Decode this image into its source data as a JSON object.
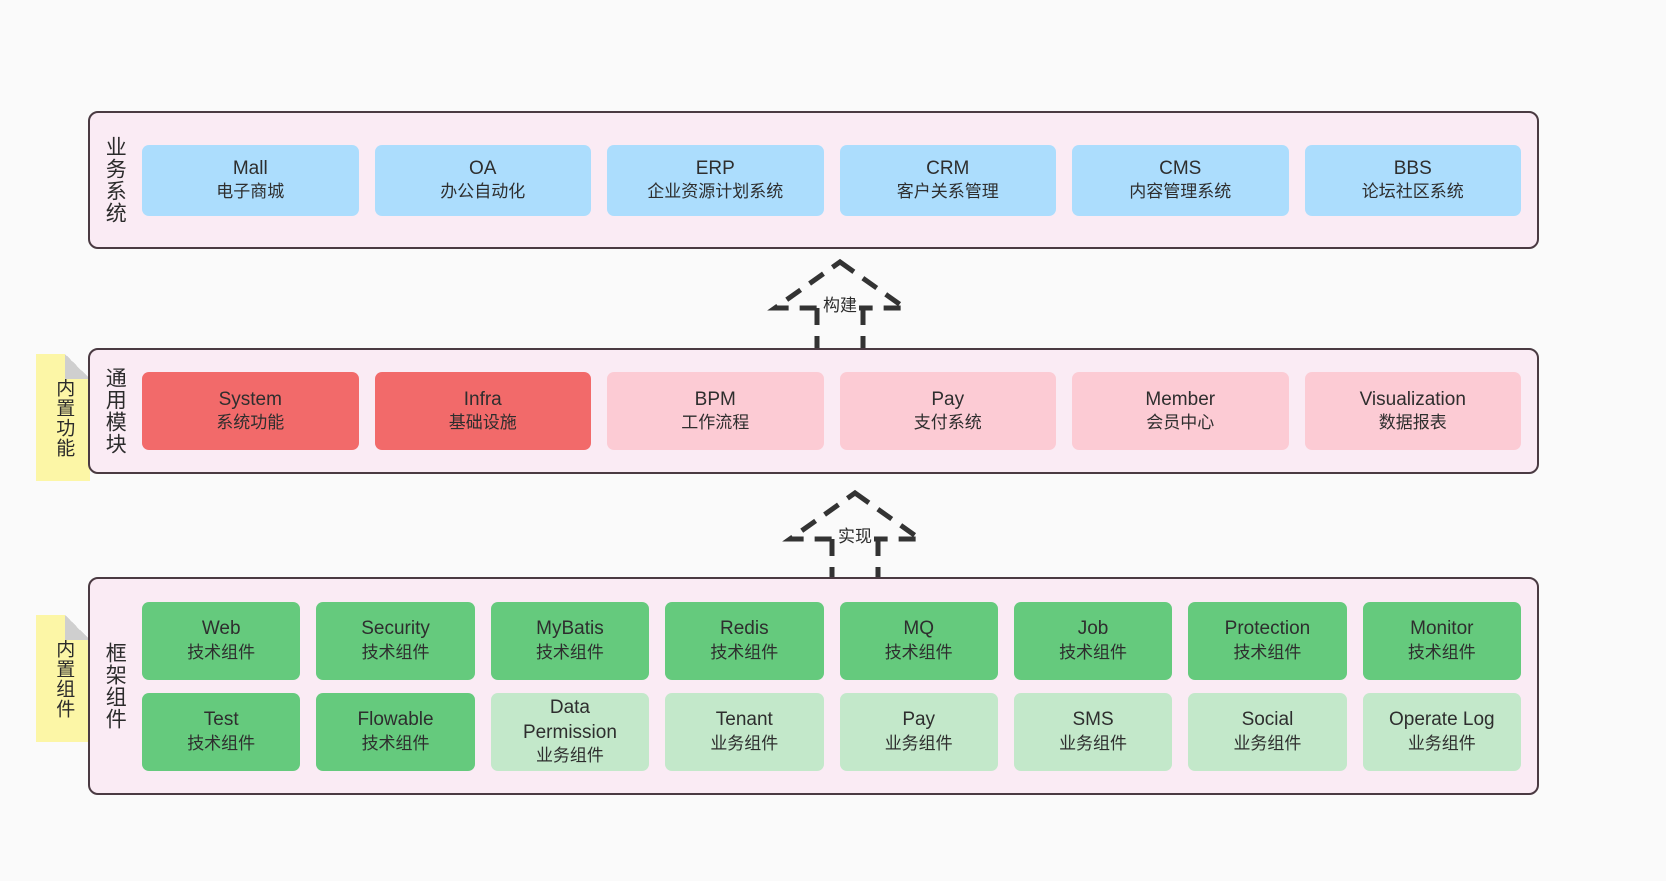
{
  "diagram": {
    "background_color": "#fafafa",
    "container_color": "#faebf4",
    "border_color": "#4a3a42"
  },
  "layers": [
    {
      "id": "business",
      "title": "业务系统",
      "accent": "#ACDDFD",
      "rows": [
        {
          "cards": [
            {
              "name": "Mall",
              "sub": "电子商城",
              "color": "#ACDDFD",
              "variant": "c-blue"
            },
            {
              "name": "OA",
              "sub": "办公自动化",
              "color": "#ACDDFD",
              "variant": "c-blue"
            },
            {
              "name": "ERP",
              "sub": "企业资源计划系统",
              "color": "#ACDDFD",
              "variant": "c-blue"
            },
            {
              "name": "CRM",
              "sub": "客户关系管理",
              "color": "#ACDDFD",
              "variant": "c-blue"
            },
            {
              "name": "CMS",
              "sub": "内容管理系统",
              "color": "#ACDDFD",
              "variant": "c-blue"
            },
            {
              "name": "BBS",
              "sub": "论坛社区系统",
              "color": "#ACDDFD",
              "variant": "c-blue"
            }
          ]
        }
      ]
    },
    {
      "id": "common",
      "title": "通用模块",
      "accent": "#F26A6A",
      "note": "内置功能",
      "rows": [
        {
          "cards": [
            {
              "name": "System",
              "sub": "系统功能",
              "color": "#F26A6A",
              "variant": "c-red"
            },
            {
              "name": "Infra",
              "sub": "基础设施",
              "color": "#F26A6A",
              "variant": "c-red"
            },
            {
              "name": "BPM",
              "sub": "工作流程",
              "color": "#FCCBD4",
              "variant": "c-pink"
            },
            {
              "name": "Pay",
              "sub": "支付系统",
              "color": "#FCCBD4",
              "variant": "c-pink"
            },
            {
              "name": "Member",
              "sub": "会员中心",
              "color": "#FCCBD4",
              "variant": "c-pink"
            },
            {
              "name": "Visualization",
              "sub": "数据报表",
              "color": "#FCCBD4",
              "variant": "c-pink"
            }
          ]
        }
      ]
    },
    {
      "id": "framework",
      "title": "框架组件",
      "accent": "#65CA7D",
      "note": "内置组件",
      "rows": [
        {
          "cards": [
            {
              "name": "Web",
              "sub": "技术组件",
              "color": "#65CA7D",
              "variant": "c-green"
            },
            {
              "name": "Security",
              "sub": "技术组件",
              "color": "#65CA7D",
              "variant": "c-green"
            },
            {
              "name": "MyBatis",
              "sub": "技术组件",
              "color": "#65CA7D",
              "variant": "c-green"
            },
            {
              "name": "Redis",
              "sub": "技术组件",
              "color": "#65CA7D",
              "variant": "c-green"
            },
            {
              "name": "MQ",
              "sub": "技术组件",
              "color": "#65CA7D",
              "variant": "c-green"
            },
            {
              "name": "Job",
              "sub": "技术组件",
              "color": "#65CA7D",
              "variant": "c-green"
            },
            {
              "name": "Protection",
              "sub": "技术组件",
              "color": "#65CA7D",
              "variant": "c-green"
            },
            {
              "name": "Monitor",
              "sub": "技术组件",
              "color": "#65CA7D",
              "variant": "c-green"
            }
          ]
        },
        {
          "cards": [
            {
              "name": "Test",
              "sub": "技术组件",
              "color": "#65CA7D",
              "variant": "c-green"
            },
            {
              "name": "Flowable",
              "sub": "技术组件",
              "color": "#65CA7D",
              "variant": "c-green"
            },
            {
              "name": "Data\nPermission",
              "sub": "业务组件",
              "color": "#C3E8CA",
              "variant": "c-lightgreen"
            },
            {
              "name": "Tenant",
              "sub": "业务组件",
              "color": "#C3E8CA",
              "variant": "c-lightgreen"
            },
            {
              "name": "Pay",
              "sub": "业务组件",
              "color": "#C3E8CA",
              "variant": "c-lightgreen"
            },
            {
              "name": "SMS",
              "sub": "业务组件",
              "color": "#C3E8CA",
              "variant": "c-lightgreen"
            },
            {
              "name": "Social",
              "sub": "业务组件",
              "color": "#C3E8CA",
              "variant": "c-lightgreen"
            },
            {
              "name": "Operate Log",
              "sub": "业务组件",
              "color": "#C3E8CA",
              "variant": "c-lightgreen"
            }
          ]
        }
      ]
    }
  ],
  "notes": [
    {
      "id": "builtin-function",
      "text": "内置功能"
    },
    {
      "id": "builtin-component",
      "text": "内置组件"
    }
  ],
  "connectors": [
    {
      "id": "build",
      "label": "构建",
      "style": "dashed-generalization"
    },
    {
      "id": "implement",
      "label": "实现",
      "style": "dashed-generalization"
    }
  ]
}
